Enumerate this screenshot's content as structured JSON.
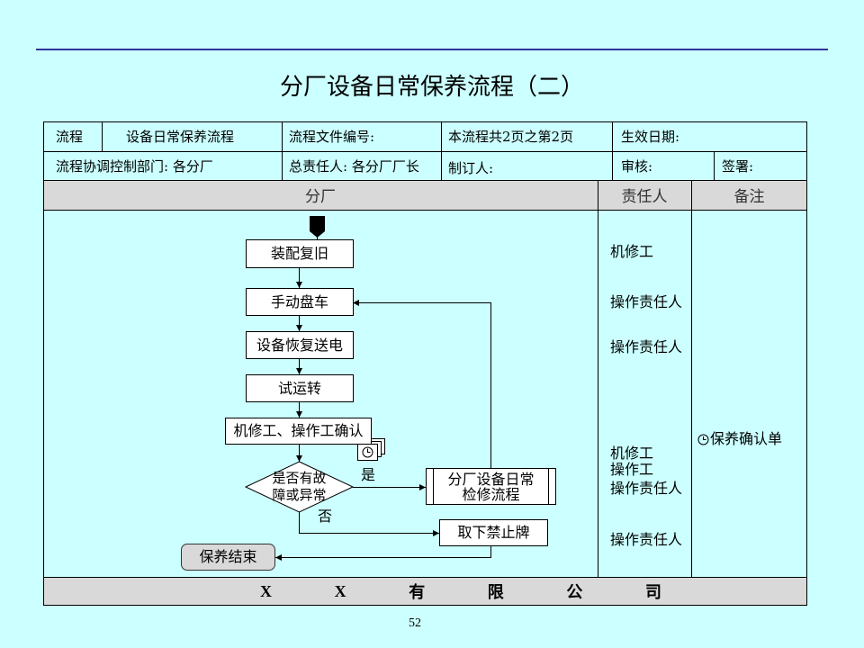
{
  "title": "分厂设备日常保养流程（二）",
  "table": {
    "row1": [
      "流程",
      "设备日常保养流程",
      "流程文件编号:",
      "本流程共2页之第2页",
      "生效日期:"
    ],
    "row2": [
      "流程协调控制部门: 各分厂",
      "总责任人: 各分厂厂长",
      "制订人:",
      "审核:",
      "签署:"
    ],
    "columns": {
      "dept": "分厂",
      "owner": "责任人",
      "remarks": "备注"
    }
  },
  "flow": {
    "steps": [
      "装配复旧",
      "手动盘车",
      "设备恢复送电",
      "试运转",
      "机修工、操作工确认"
    ],
    "decision": [
      "是否有故",
      "障或异常"
    ],
    "yes_label": "是",
    "no_label": "否",
    "repair_process": [
      "分厂设备日常",
      "检修流程"
    ],
    "remove_sign": "取下禁止牌",
    "end": "保养结束"
  },
  "owners": [
    "机修工",
    "操作责任人",
    "操作责任人",
    "机修工",
    "操作工",
    "操作责任人",
    "操作责任人"
  ],
  "remarks": [
    {
      "icon": "clock-icon",
      "text": "保养确认单"
    }
  ],
  "footer": {
    "company": [
      "X",
      "X",
      "有",
      "限",
      "公",
      "司"
    ]
  },
  "page_number": "52",
  "colors": {
    "background": "#CCFFFF",
    "band": "#D9D9D9",
    "rule": "#333399",
    "end_fill": "#D9D9D9",
    "start_marker": "#000000"
  }
}
